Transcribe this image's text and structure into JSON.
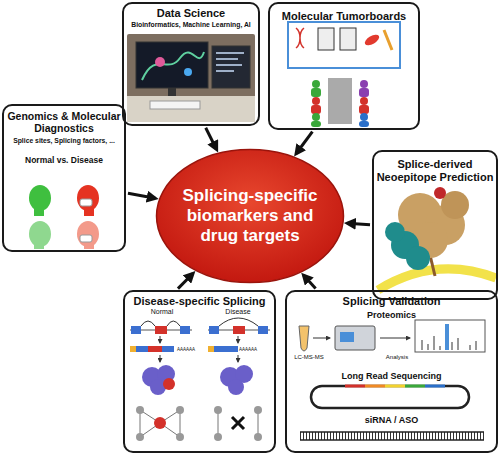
{
  "diagram": {
    "nodes": [
      {
        "text": [
          "Data Science",
          "Bioinformatics, Machine Learning, AI"
        ]
      },
      {
        "text": [
          "Molecular Tumorboards"
        ]
      },
      {
        "text": [
          "Genomics & Molecular Diagnostics",
          "Splice sites, Splicing factors, ...",
          "Normal vs. Disease"
        ]
      },
      {
        "text": [
          "Splicing-specific biomarkers and drug targets"
        ]
      },
      {
        "text": [
          "Splice-derived Neoepitope Prediction"
        ]
      },
      {
        "text": [
          "Disease-specific Splicing",
          "Normal",
          "Disease",
          "AAAAAA",
          "AAAAAA"
        ]
      },
      {
        "text": [
          "Splicing Validation",
          "Proteomics",
          "LC-MS-MS",
          "Analysis",
          "Long Read Sequencing",
          "siRNA / ASO"
        ]
      }
    ],
    "edges": [
      {
        "from": 0,
        "to": 3,
        "arrow": "to"
      },
      {
        "from": 1,
        "to": 3,
        "arrow": "to"
      },
      {
        "from": 2,
        "to": 3,
        "arrow": "to"
      },
      {
        "from": 4,
        "to": 3,
        "arrow": "to"
      },
      {
        "from": 5,
        "to": 3,
        "arrow": "to"
      },
      {
        "from": 6,
        "to": 3,
        "arrow": "to"
      }
    ]
  }
}
